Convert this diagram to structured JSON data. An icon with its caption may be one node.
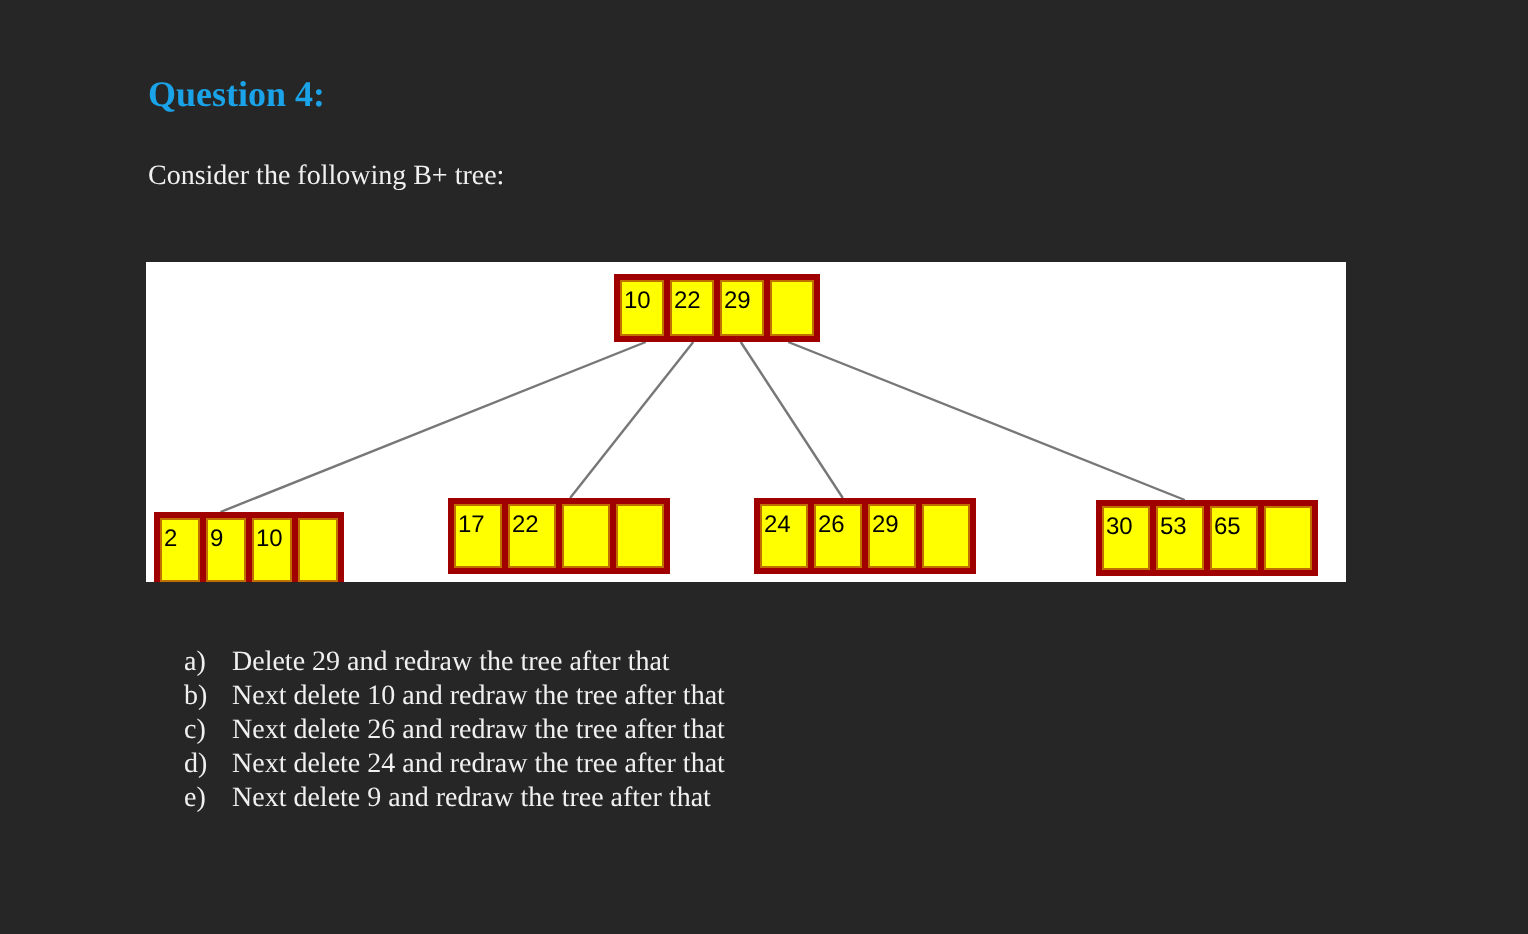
{
  "diagram": {
    "title": "Question 4:",
    "nodes": [
      {
        "text": [
          "10",
          "22",
          "29"
        ]
      },
      {
        "text": [
          "2",
          "9",
          "10"
        ]
      },
      {
        "text": [
          "17",
          "22"
        ]
      },
      {
        "text": [
          "24",
          "26",
          "29"
        ]
      },
      {
        "text": [
          "30",
          "53",
          "65"
        ]
      }
    ],
    "edges": [
      {
        "from": 0,
        "to": 1,
        "arrow": "none"
      },
      {
        "from": 0,
        "to": 2,
        "arrow": "none"
      },
      {
        "from": 0,
        "to": 3,
        "arrow": "none"
      },
      {
        "from": 0,
        "to": 4,
        "arrow": "none"
      }
    ],
    "labels": [
      "Consider the following B+ tree:",
      "a)",
      "Delete 29 and redraw the tree after that",
      "b)",
      "Next delete 10 and redraw the tree after that",
      "c)",
      "Next delete 26 and redraw the tree after that",
      "d)",
      "Next delete 24 and redraw the tree after that",
      "e)",
      "Next delete 9 and redraw the tree after that"
    ]
  }
}
